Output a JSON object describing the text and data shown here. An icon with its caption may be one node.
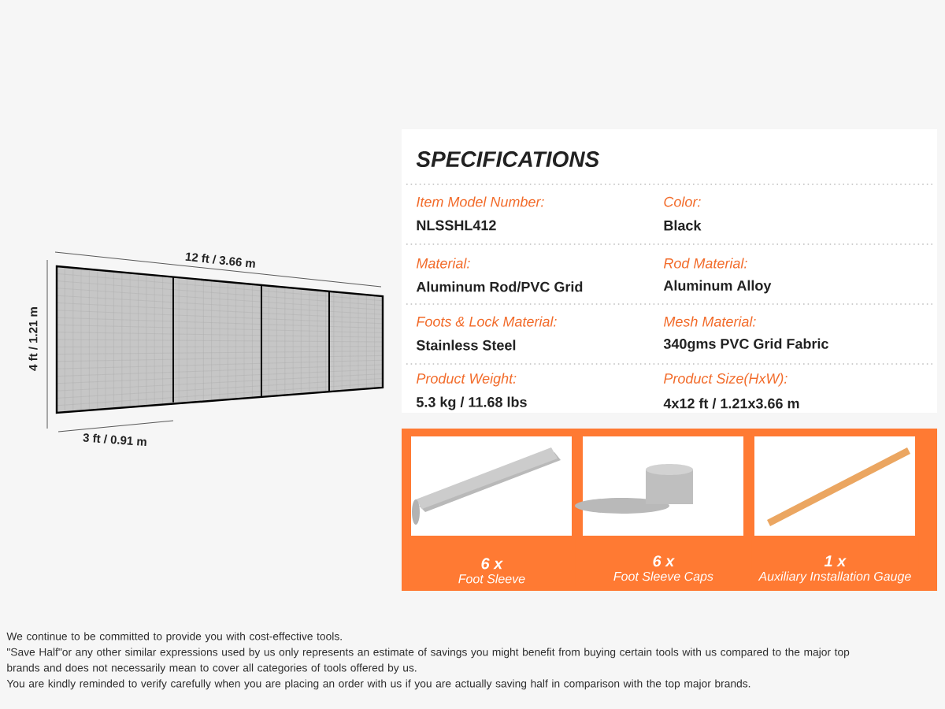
{
  "diagram": {
    "title": "SPECIFICATIONS",
    "nodes": [
      {
        "text": [
          "6 x",
          "Foot Sleeve"
        ]
      },
      {
        "text": [
          "6 x",
          "Foot Sleeve Caps"
        ]
      },
      {
        "text": [
          "1 x",
          "Auxiliary Installation Gauge"
        ]
      }
    ],
    "labels": [
      "12 ft / 3.66 m",
      "4 ft / 1.21 m",
      "3 ft / 0.91 m",
      "Item Model Number:",
      "Color:",
      "NLSSHL412",
      "Black",
      "Material:",
      "Rod Material:",
      "Aluminum Rod/PVC Grid",
      "Aluminum Alloy",
      "Foots & Lock Material:",
      "Mesh Material:",
      "Stainless Steel",
      "340gms PVC Grid Fabric",
      "Product Weight:",
      "Product Size(HxW):",
      "5.3 kg / 11.68 lbs",
      "4x12 ft / 1.21x3.66 m",
      "We continue to be committed to provide you with cost-effective tools.",
      "\"Save Half\"or any other similar expressions used by us only represents an estimate of savings you might benefit from buying certain tools with us compared to the major top brands and does not necessarily mean to cover all categories of tools offered by us.",
      "You are kindly reminded to verify carefully when you are placing an order with us if you are actually saving half in comparison with the top major brands."
    ]
  }
}
